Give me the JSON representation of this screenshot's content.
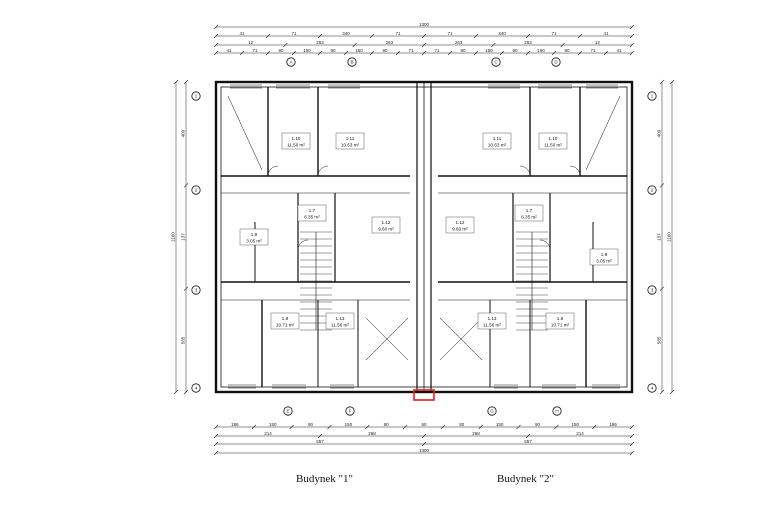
{
  "captions": {
    "building_1": "Budynek \"1\"",
    "building_2": "Budynek \"2\""
  },
  "dimensions": {
    "top_total": "1300",
    "top_row1": [
      "41",
      "71",
      "340",
      "71",
      "71",
      "340",
      "71",
      "41"
    ],
    "top_row2": [
      "12",
      "263",
      "263",
      "263",
      "263",
      "12"
    ],
    "top_row3": [
      "41",
      "71",
      "90",
      "150",
      "90",
      "150",
      "90",
      "71",
      "71",
      "90",
      "150",
      "90",
      "150",
      "90",
      "71",
      "41"
    ],
    "bottom_row1": [
      "186",
      "150",
      "90",
      "150",
      "90",
      "60",
      "80",
      "150",
      "90",
      "150",
      "186"
    ],
    "bottom_row2": [
      "214",
      "268",
      "268",
      "214"
    ],
    "bottom_row3": [
      "657",
      "657"
    ],
    "bottom_total": "1300",
    "left_total": "1160",
    "left_parts": [
      "409",
      "137",
      "585"
    ],
    "right_total": "1160",
    "right_parts": [
      "409",
      "137",
      "585"
    ]
  },
  "rooms": [
    {
      "id": "1.10",
      "area": "11.50 m²"
    },
    {
      "id": "1.11",
      "area": "10.63 m²"
    },
    {
      "id": "1.11",
      "area": "10.63 m²"
    },
    {
      "id": "1.10",
      "area": "11.50 m²"
    },
    {
      "id": "1.7",
      "area": "6.35 m²"
    },
    {
      "id": "1.12",
      "area": "9.60 m²"
    },
    {
      "id": "1.12",
      "area": "9.60 m²"
    },
    {
      "id": "1.7",
      "area": "6.35 m²"
    },
    {
      "id": "1.9",
      "area": "3.05 m²"
    },
    {
      "id": "1.9",
      "area": "3.05 m²"
    },
    {
      "id": "1.8",
      "area": "10.71 m²"
    },
    {
      "id": "1.13",
      "area": "11.56 m²"
    },
    {
      "id": "1.13",
      "area": "11.56 m²"
    },
    {
      "id": "1.8",
      "area": "10.71 m²"
    }
  ],
  "markers": {
    "top": [
      "A",
      "B",
      "C",
      "D"
    ],
    "bottom": [
      "E",
      "F",
      "G",
      "H"
    ],
    "left": [
      "1",
      "2",
      "3",
      "4"
    ],
    "right": [
      "1",
      "2",
      "3",
      "4"
    ]
  }
}
